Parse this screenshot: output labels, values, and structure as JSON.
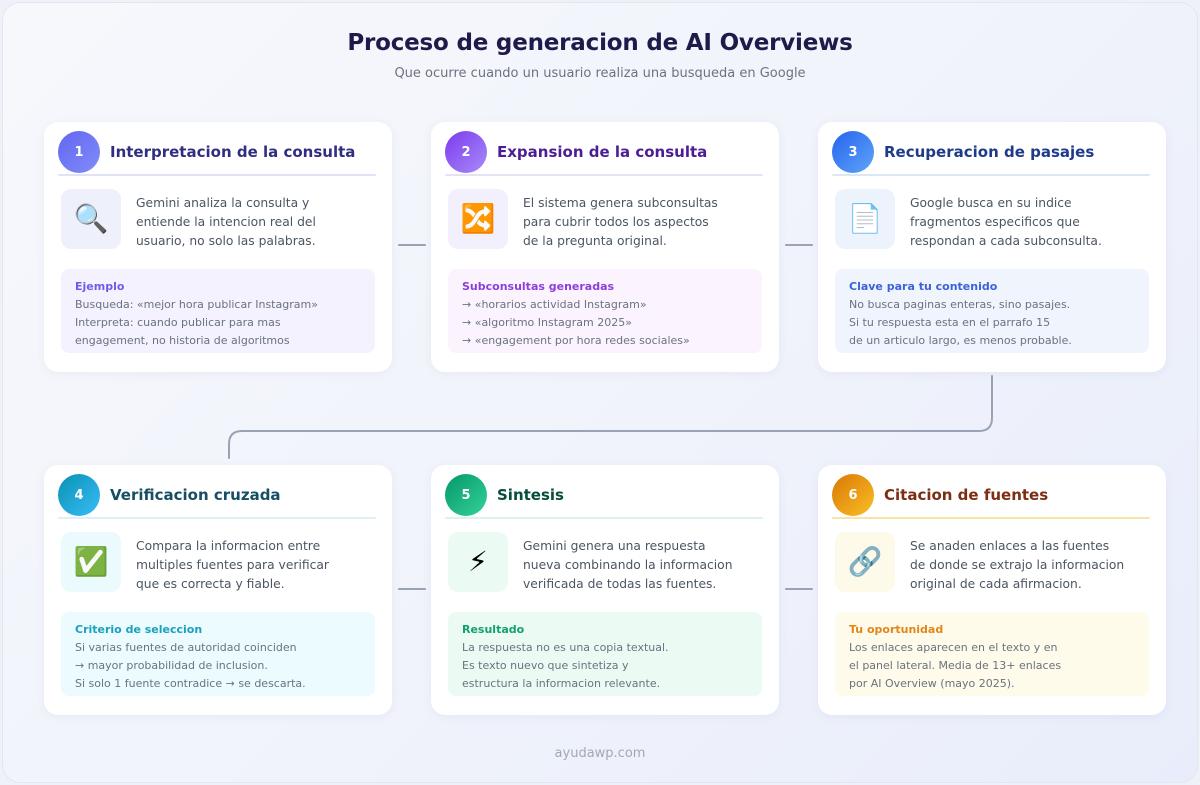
{
  "header": {
    "title": "Proceso de generacion de AI Overviews",
    "subtitle": "Que ocurre cuando un usuario realiza una busqueda en Google"
  },
  "steps": [
    {
      "number": "1",
      "title": "Interpretacion de la consulta",
      "icon": "magnifying-glass-icon",
      "icon_glyph": "🔍",
      "description": [
        "Gemini analiza la consulta y",
        "entiende la intencion real del",
        "usuario, no solo las palabras."
      ],
      "note_title": "Ejemplo",
      "note_lines": [
        "Busqueda: «mejor hora publicar Instagram»",
        "Interpreta: cuando publicar para mas",
        "engagement, no historia de algoritmos"
      ],
      "colors": {
        "badge_from": "#6366f1",
        "badge_to": "#818cf8",
        "title": "#312e81",
        "line": "#e0e3f5",
        "icon_bg": "#eef0fc",
        "note_bg": "#f3f2fe",
        "note_title": "#6d5ce8"
      }
    },
    {
      "number": "2",
      "title": "Expansion de la consulta",
      "icon": "shuffle-icon",
      "icon_glyph": "🔀",
      "description": [
        "El sistema genera subconsultas",
        "para cubrir todos los aspectos",
        "de la pregunta original."
      ],
      "note_title": "Subconsultas generadas",
      "note_lines": [
        "→ «horarios actividad Instagram»",
        "→ «algoritmo Instagram 2025»",
        "→ «engagement por hora redes sociales»"
      ],
      "colors": {
        "badge_from": "#7c3aed",
        "badge_to": "#a78bfa",
        "title": "#4c1d95",
        "line": "#e6e2f5",
        "icon_bg": "#f3f0fd",
        "note_bg": "#fbf4fe",
        "note_title": "#8b3fd9"
      }
    },
    {
      "number": "3",
      "title": "Recuperacion de pasajes",
      "icon": "document-icon",
      "icon_glyph": "📄",
      "description": [
        "Google busca en su indice",
        "fragmentos especificos que",
        "respondan a cada subconsulta."
      ],
      "note_title": "Clave para tu contenido",
      "note_lines": [
        "No busca paginas enteras, sino pasajes.",
        "Si tu respuesta esta en el parrafo 15",
        "de un articulo largo, es menos probable."
      ],
      "colors": {
        "badge_from": "#2563eb",
        "badge_to": "#60a5fa",
        "title": "#1e3a8a",
        "line": "#dde6f5",
        "icon_bg": "#edf3fd",
        "note_bg": "#eff4fd",
        "note_title": "#3b63d8"
      }
    },
    {
      "number": "4",
      "title": "Verificacion cruzada",
      "icon": "check-mark-icon",
      "icon_glyph": "✅",
      "description": [
        "Compara la informacion entre",
        "multiples fuentes para verificar",
        "que es correcta y fiable."
      ],
      "note_title": "Criterio de seleccion",
      "note_lines": [
        "Si varias fuentes de autoridad coinciden",
        "→ mayor probabilidad de inclusion.",
        "Si solo 1 fuente contradice → se descarta."
      ],
      "colors": {
        "badge_from": "#0891b2",
        "badge_to": "#38bdf8",
        "title": "#164e63",
        "line": "#dcf0f5",
        "icon_bg": "#ebfafc",
        "note_bg": "#ecfbfe",
        "note_title": "#1aa0bf"
      }
    },
    {
      "number": "5",
      "title": "Sintesis",
      "icon": "lightning-icon",
      "icon_glyph": "⚡",
      "description": [
        "Gemini genera una respuesta",
        "nueva combinando la informacion",
        "verificada de todas las fuentes."
      ],
      "note_title": "Resultado",
      "note_lines": [
        "La respuesta no es una copia textual.",
        "Es texto nuevo que sintetiza y",
        "estructura la informacion relevante."
      ],
      "colors": {
        "badge_from": "#059669",
        "badge_to": "#34d399",
        "title": "#064e3b",
        "line": "#dcf2ea",
        "icon_bg": "#ebfbf4",
        "note_bg": "#ebfbf3",
        "note_title": "#13a06a"
      }
    },
    {
      "number": "6",
      "title": "Citacion de fuentes",
      "icon": "link-icon",
      "icon_glyph": "🔗",
      "description": [
        "Se anaden enlaces a las fuentes",
        "de donde se extrajo la informacion",
        "original de cada afirmacion."
      ],
      "note_title": "Tu oportunidad",
      "note_lines": [
        "Los enlaces aparecen en el texto y en",
        "el panel lateral. Media de 13+ enlaces",
        "por AI Overview (mayo 2025)."
      ],
      "colors": {
        "badge_from": "#d97706",
        "badge_to": "#fbbf24",
        "title": "#7c2d12",
        "line": "#f5e6a8",
        "icon_bg": "#fefaea",
        "note_bg": "#fefbea",
        "note_title": "#e0861a"
      }
    }
  ],
  "footer": {
    "text": "ayudawp.com"
  },
  "connector_color": "#9aa3b5"
}
